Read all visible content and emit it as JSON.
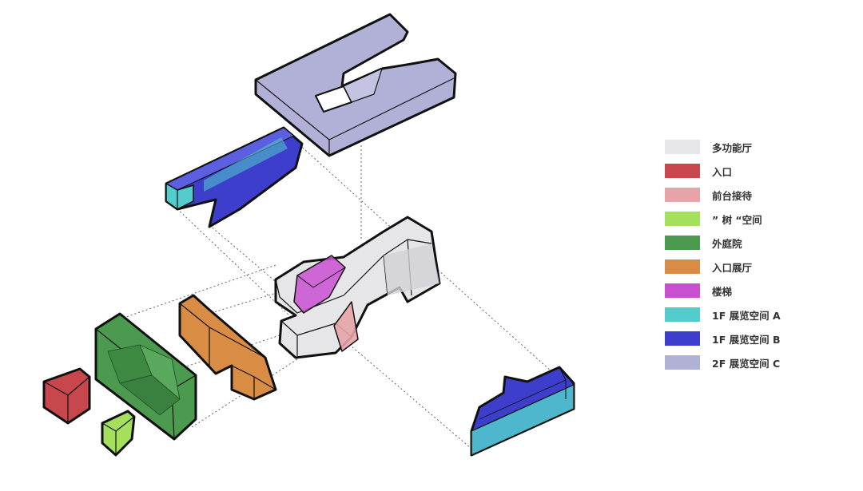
{
  "legend": {
    "items": [
      {
        "label": "多功能厅",
        "color": "#e6e6e9"
      },
      {
        "label": "入口",
        "color": "#c7474d"
      },
      {
        "label": "前台接待",
        "color": "#e6a4a8"
      },
      {
        "label": "” 树 “空间",
        "color": "#a5e05c"
      },
      {
        "label": "外庭院",
        "color": "#4c9a4f"
      },
      {
        "label": "入口展厅",
        "color": "#d98c43"
      },
      {
        "label": "楼梯",
        "color": "#c94fd1"
      },
      {
        "label": "1F 展览空间 A",
        "color": "#52cccc"
      },
      {
        "label": "1F 展览空间 B",
        "color": "#3d3fcc"
      },
      {
        "label": "2F 展览空间 C",
        "color": "#b1b1d8"
      }
    ]
  },
  "volumes": [
    {
      "id": "2f-exhibition-c",
      "color": "#b1b1d8"
    },
    {
      "id": "1f-exhibition-a-b-upper",
      "color": "#3d3fcc"
    },
    {
      "id": "multifunction-hall",
      "color": "#e6e6e9"
    },
    {
      "id": "stair",
      "color": "#c94fd1"
    },
    {
      "id": "reception",
      "color": "#e6a4a8"
    },
    {
      "id": "entrance-hall",
      "color": "#d98c43"
    },
    {
      "id": "outer-courtyard",
      "color": "#4c9a4f"
    },
    {
      "id": "entrance",
      "color": "#c7474d"
    },
    {
      "id": "tree-space",
      "color": "#a5e05c"
    },
    {
      "id": "1f-exhibition-a-b-lower",
      "color": "#3d3fcc"
    }
  ]
}
